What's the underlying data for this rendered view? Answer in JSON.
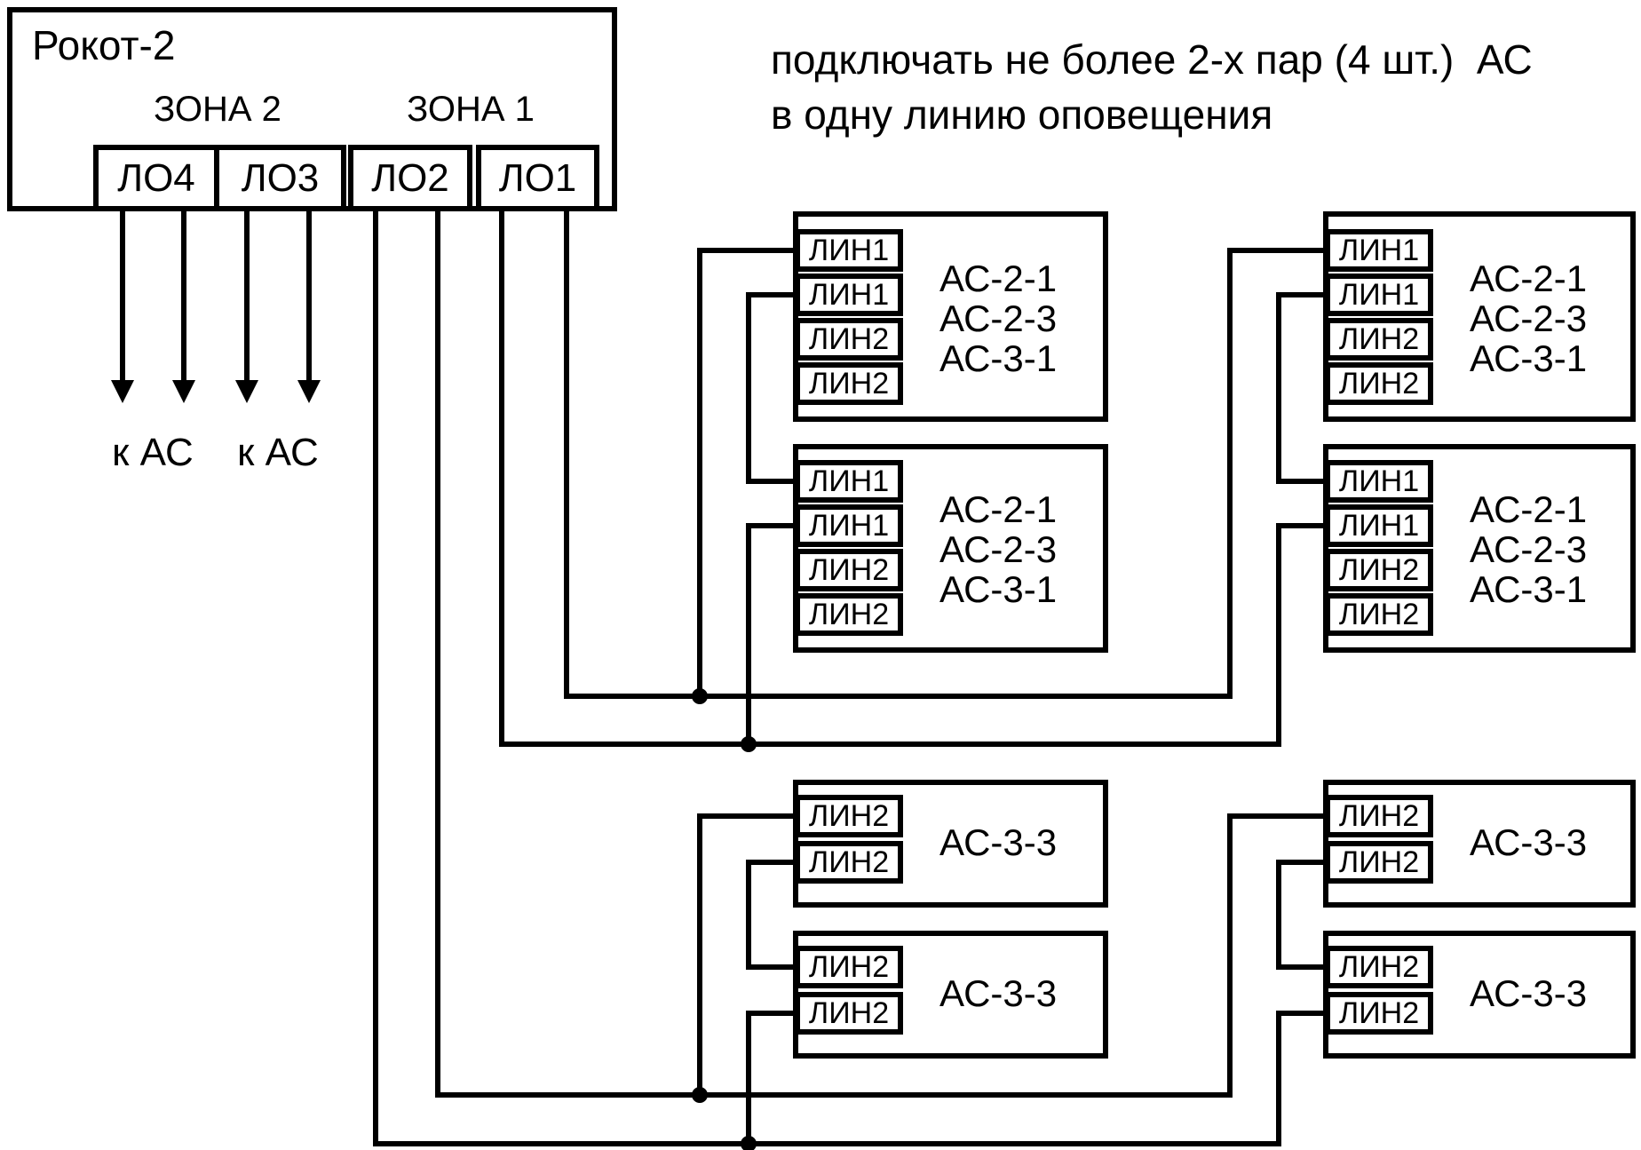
{
  "device": {
    "title": "Рокот-2",
    "zone2_label": "ЗОНА 2",
    "zone1_label": "ЗОНА 1",
    "outputs": [
      "ЛО4",
      "ЛО3",
      "ЛО2",
      "ЛО1"
    ]
  },
  "arrows": {
    "left_label": "к АС",
    "right_label": "к АС"
  },
  "note": {
    "line1": "подключать не более 2-х пар (4 шт.)  АС",
    "line2": "в одну линию оповещения"
  },
  "speaker_boxes": [
    {
      "column": 1,
      "row": 1,
      "terminals": [
        "ЛИН1",
        "ЛИН1",
        "ЛИН2",
        "ЛИН2"
      ],
      "labels": [
        "АС-2-1",
        "АС-2-3",
        "АС-3-1"
      ]
    },
    {
      "column": 1,
      "row": 2,
      "terminals": [
        "ЛИН1",
        "ЛИН1",
        "ЛИН2",
        "ЛИН2"
      ],
      "labels": [
        "АС-2-1",
        "АС-2-3",
        "АС-3-1"
      ]
    },
    {
      "column": 1,
      "row": 3,
      "terminals": [
        "ЛИН2",
        "ЛИН2"
      ],
      "labels": [
        "АС-3-3"
      ]
    },
    {
      "column": 1,
      "row": 4,
      "terminals": [
        "ЛИН2",
        "ЛИН2"
      ],
      "labels": [
        "АС-3-3"
      ]
    },
    {
      "column": 2,
      "row": 1,
      "terminals": [
        "ЛИН1",
        "ЛИН1",
        "ЛИН2",
        "ЛИН2"
      ],
      "labels": [
        "АС-2-1",
        "АС-2-3",
        "АС-3-1"
      ]
    },
    {
      "column": 2,
      "row": 2,
      "terminals": [
        "ЛИН1",
        "ЛИН1",
        "ЛИН2",
        "ЛИН2"
      ],
      "labels": [
        "АС-2-1",
        "АС-2-3",
        "АС-3-1"
      ]
    },
    {
      "column": 2,
      "row": 3,
      "terminals": [
        "ЛИН2",
        "ЛИН2"
      ],
      "labels": [
        "АС-3-3"
      ]
    },
    {
      "column": 2,
      "row": 4,
      "terminals": [
        "ЛИН2",
        "ЛИН2"
      ],
      "labels": [
        "АС-3-3"
      ]
    }
  ],
  "colors": {
    "line": "#000000",
    "background": "#ffffff"
  }
}
